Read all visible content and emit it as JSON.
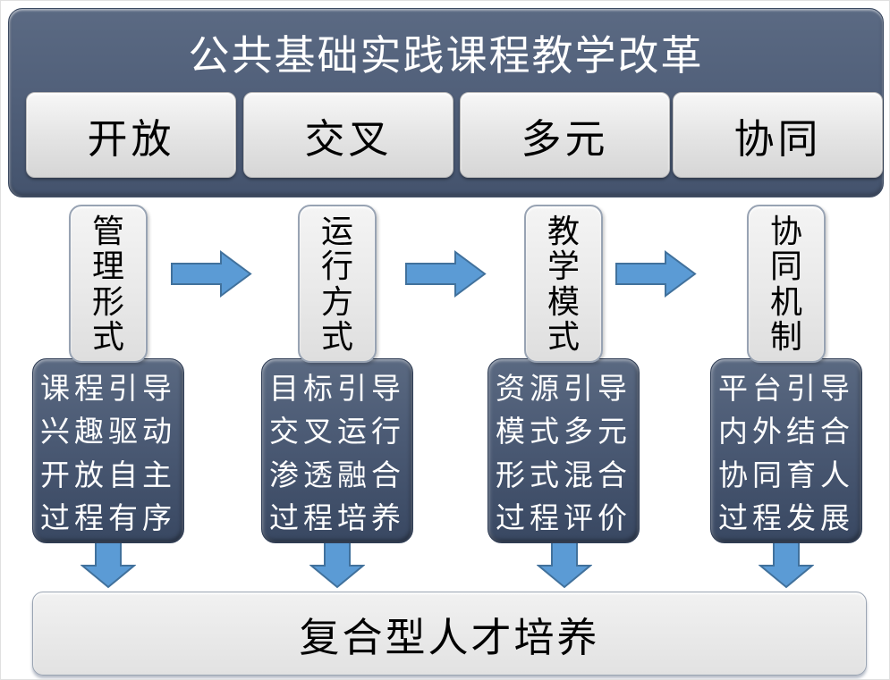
{
  "title": "公共基础实践课程教学改革",
  "pillars": [
    {
      "label": "开放"
    },
    {
      "label": "交叉"
    },
    {
      "label": "多元"
    },
    {
      "label": "协同"
    }
  ],
  "columns": [
    {
      "mode": "管理形式",
      "details": "课程引导\n兴趣驱动\n开放自主\n过程有序"
    },
    {
      "mode": "运行方式",
      "details": "目标引导\n交叉运行\n渗透融合\n过程培养"
    },
    {
      "mode": "教学模式",
      "details": "资源引导\n模式多元\n形式混合\n过程评价"
    },
    {
      "mode": "协同机制",
      "details": "平台引导\n内外结合\n协同育人\n过程发展"
    }
  ],
  "outcome": "复合型人才培养",
  "colors": {
    "header_dark_top": "#5b6a83",
    "header_dark_bottom": "#44536d",
    "detail_box_top": "#5a6981",
    "detail_box_bottom": "#394862",
    "light_box": "#e8e8e8",
    "arrow_fill": "#5b9bd5",
    "arrow_stroke": "#41719c",
    "title_text": "#ffffff",
    "detail_text": "#ffffff",
    "label_text": "#000000"
  }
}
